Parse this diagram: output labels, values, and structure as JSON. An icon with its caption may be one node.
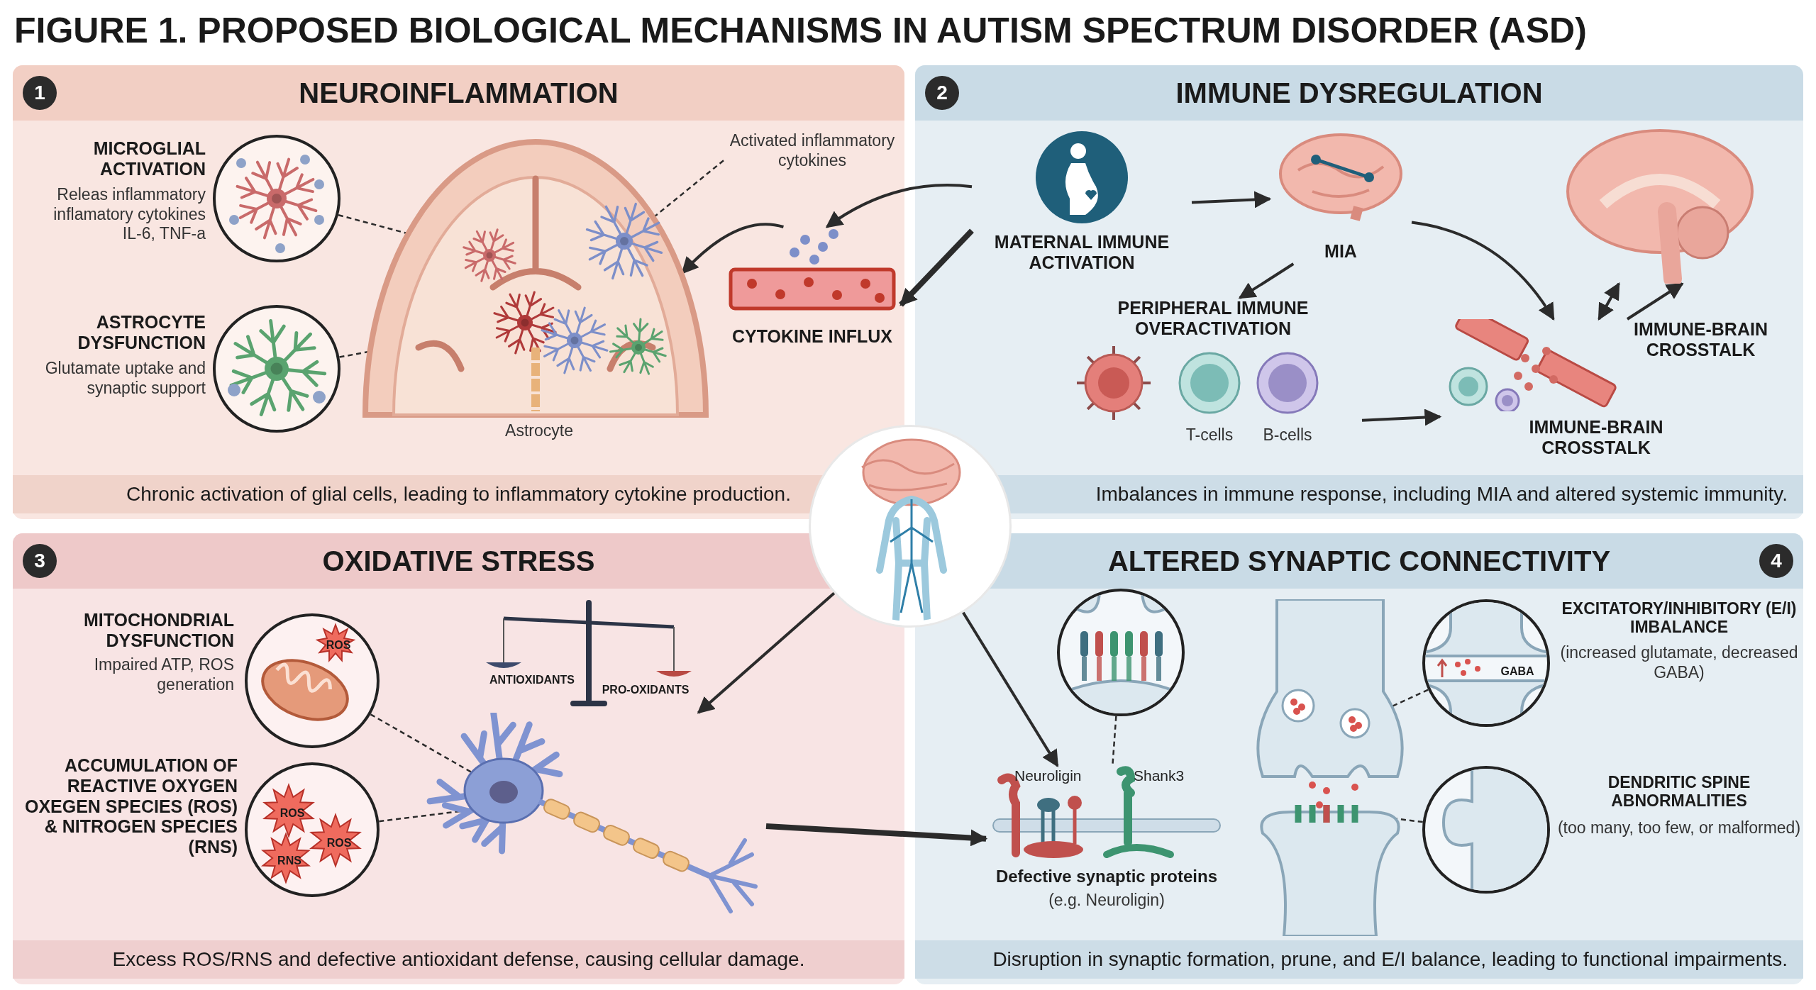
{
  "diagram": {
    "title": "FIGURE 1. PROPOSED BIOLOGICAL MECHANISMS IN AUTISM SPECTRUM DISORDER (ASD)",
    "nodes": [
      {
        "text": [
          "1",
          "NEUROINFLAMMATION",
          "Chronic activation of glial cells, leading to inflammatory cytokine production."
        ]
      },
      {
        "text": [
          "MICROGLIAL ACTIVATION",
          "Releas inflammatory inflamatory cytokines IL-6, TNF-a"
        ],
        "in": 0
      },
      {
        "text": [],
        "shape": "picture",
        "in": 0
      },
      {
        "text": [
          "ASTROCYTE DYSFUNCTION",
          "Glutamate uptake and synaptic support"
        ],
        "in": 0
      },
      {
        "text": [],
        "shape": "picture",
        "in": 0
      },
      {
        "text": [],
        "shape": "picture",
        "in": 0,
        "beside": [
          "Astrocyte"
        ]
      },
      {
        "text": [
          "Activated inflammatory cytokines"
        ],
        "in": 0
      },
      {
        "text": [
          "CYTOKINE INFLUX"
        ],
        "in": 0
      },
      {
        "text": [
          "2",
          "IMMUNE DYSREGULATION",
          "Imbalances in immune response, including MIA and altered systemic immunity."
        ]
      },
      {
        "text": [
          "MATERNAL IMMUNE ACTIVATION"
        ],
        "in": 8
      },
      {
        "text": [
          "MIA"
        ],
        "in": 8
      },
      {
        "text": [
          "PERIPHERAL IMMUNE OVERACTIVATION",
          "T-cells",
          "B-cells"
        ],
        "in": 8
      },
      {
        "text": [
          "IMMUNE-BRAIN CROSSTALK",
          "IMMUNE-BRAIN CROSSTALK"
        ],
        "in": 8
      },
      {
        "text": [],
        "shape": "picture",
        "in": 8
      },
      {
        "text": [],
        "shape": "picture"
      },
      {
        "text": [
          "3",
          "OXIDATIVE STRESS",
          "Excess ROS/RNS and defective antioxidant defense, causing cellular damage."
        ]
      },
      {
        "text": [
          "MITOCHONDRIAL DYSFUNCTION",
          "Impaired ATP, ROS generation"
        ],
        "in": 15
      },
      {
        "text": [
          "ROS"
        ],
        "in": 15
      },
      {
        "text": [
          "ACCUMULATION OF REACTIVE OXYGEN OXEGEN SPECIES (ROS) & NITROGEN SPECIES (RNS)"
        ],
        "in": 15
      },
      {
        "text": [
          "ROS",
          "ROS",
          "RNS"
        ],
        "in": 15
      },
      {
        "text": [],
        "shape": "picture",
        "in": 15
      },
      {
        "text": [
          "ANTIOXIDANTS",
          "PRO-OXIDANTS"
        ],
        "in": 15
      },
      {
        "text": [
          "ALTERED SYNAPTIC CONNECTIVITY",
          "4",
          "Disruption in synaptic formation, prune, and E/I balance, leading to functional impairments."
        ]
      },
      {
        "text": [],
        "shape": "picture",
        "in": 22
      },
      {
        "text": [
          "Neuroligin",
          "Shank3",
          "Defective synaptic proteins",
          "(e.g. Neuroligin)"
        ],
        "in": 22
      },
      {
        "text": [],
        "shape": "picture",
        "in": 22
      },
      {
        "text": [
          "GABA"
        ],
        "in": 22
      },
      {
        "text": [
          "EXCITATORY/INHIBITORY (E/I) IMBALANCE",
          "(increased glutamate, decreased GABA)"
        ],
        "in": 22
      },
      {
        "text": [],
        "shape": "picture",
        "in": 22
      },
      {
        "text": [
          "DENDRITIC SPINE ABNORMALITIES",
          "(too many, too few, or malformed)"
        ],
        "in": 22
      }
    ],
    "edges": [
      {
        "from": 2,
        "to": 5,
        "arrow": "none",
        "style": "dashed"
      },
      {
        "from": 4,
        "to": 5,
        "arrow": "none",
        "style": "dashed"
      },
      {
        "from": 6,
        "to": 5,
        "arrow": "none",
        "style": "dashed"
      },
      {
        "from": 7,
        "to": 5,
        "arrow": "to"
      },
      {
        "from": 9,
        "to": 7,
        "arrow": "to"
      },
      {
        "from": 9,
        "to": 7,
        "arrow": "to",
        "style": "thick"
      },
      {
        "from": 9,
        "to": 10,
        "arrow": "to"
      },
      {
        "from": 10,
        "to": 11,
        "arrow": "to"
      },
      {
        "from": 10,
        "to": 12,
        "arrow": "to"
      },
      {
        "from": 11,
        "to": 12,
        "arrow": "to"
      },
      {
        "from": 12,
        "to": 13,
        "arrow": "both"
      },
      {
        "from": 12,
        "to": 13,
        "arrow": "to"
      },
      {
        "from": 17,
        "to": 20,
        "arrow": "none",
        "style": "dashed"
      },
      {
        "from": 19,
        "to": 20,
        "arrow": "none",
        "style": "dashed"
      },
      {
        "from": 14,
        "to": 20,
        "arrow": "to"
      },
      {
        "from": 14,
        "to": 24,
        "arrow": "to"
      },
      {
        "from": 20,
        "to": 24,
        "arrow": "to",
        "style": "thick"
      },
      {
        "from": 23,
        "to": 24,
        "arrow": "none",
        "style": "dashed"
      },
      {
        "from": 26,
        "to": 25,
        "arrow": "none",
        "style": "dashed"
      },
      {
        "from": 28,
        "to": 25,
        "arrow": "none",
        "style": "dashed"
      }
    ]
  }
}
